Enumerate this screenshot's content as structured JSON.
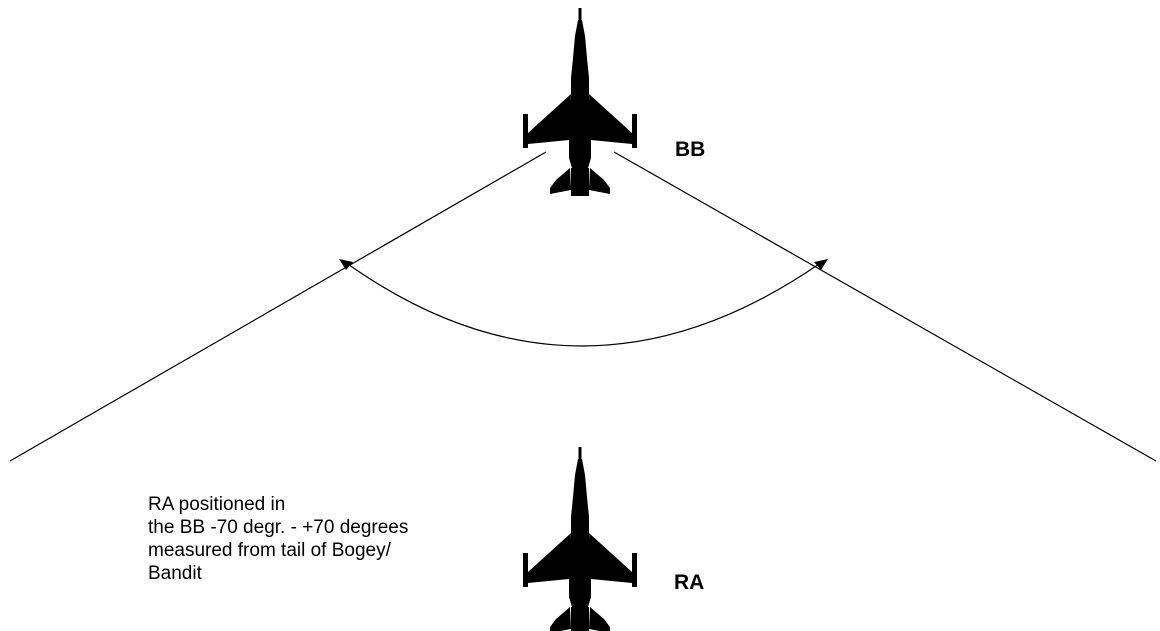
{
  "labels": {
    "bandit": "BB",
    "rear_aircraft": "RA"
  },
  "note": {
    "lines": [
      "RA positioned in",
      "the BB -70 degr. - +70 degrees",
      "measured from tail of Bogey/",
      "Bandit"
    ]
  },
  "icons": {
    "bandit_aircraft": "fighter-jet-silhouette-icon",
    "rear_aircraft": "fighter-jet-silhouette-icon"
  },
  "colors": {
    "ink": "#000000",
    "background": "#ffffff"
  },
  "geometry_semantics": {
    "sector_half_angle_deg": 70,
    "sector_origin": "tail of bandit"
  }
}
